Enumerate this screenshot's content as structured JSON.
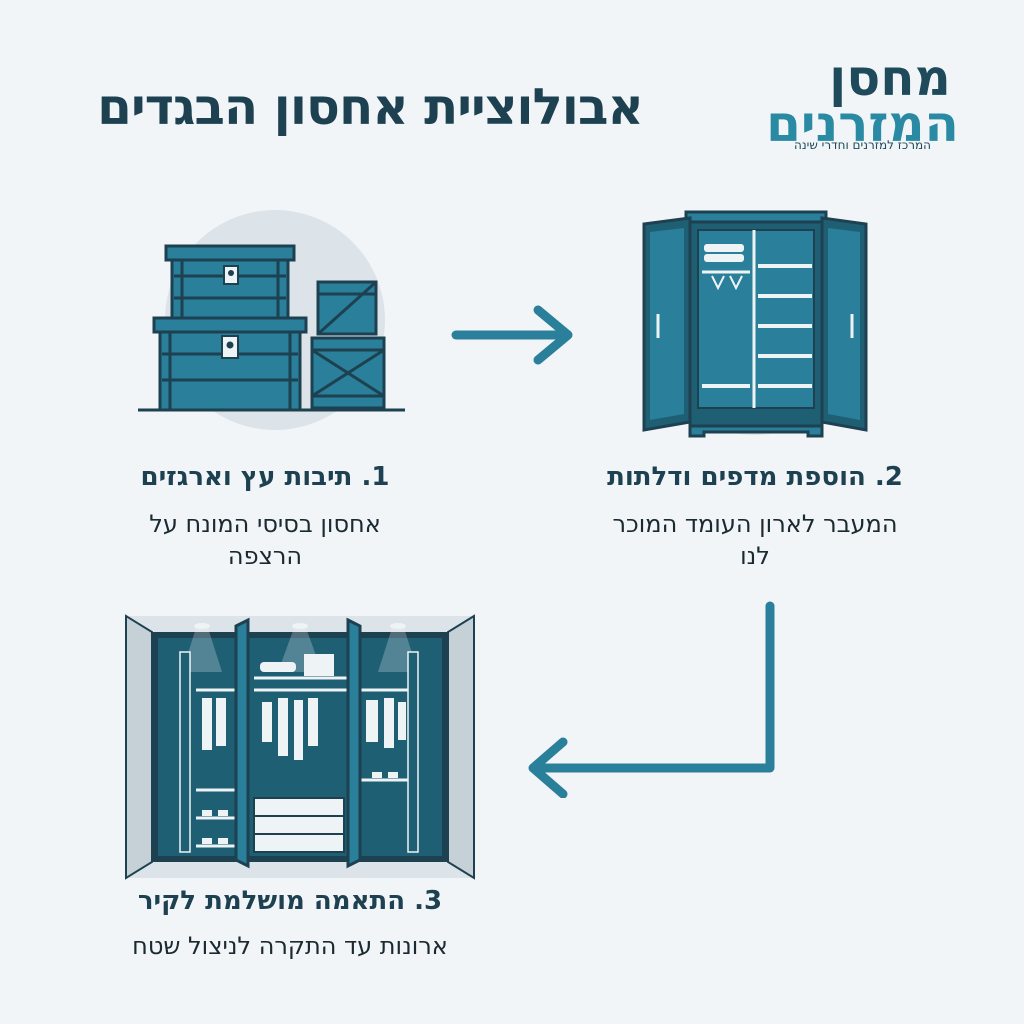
{
  "title": "אבולוציית אחסון הבגדים",
  "logo": {
    "line1": "מחסן",
    "line2": "המזרנים",
    "tagline": "המרכז למזרנים וחדרי שינה"
  },
  "steps": [
    {
      "title": "1. תיבות עץ וארגזים",
      "description": "אחסון בסיסי המונח על הרצפה"
    },
    {
      "title": "2. הוספת מדפים ודלתות",
      "description": "המעבר לארון העומד המוכר לנו"
    },
    {
      "title": "3. התאמה מושלמת לקיר",
      "description": "ארונות עד התקרה לניצול שטח"
    }
  ],
  "colors": {
    "background": "#f1f5f8",
    "navy": "#1d4150",
    "teal": "#2a7f9a",
    "dark_teal": "#1f5f74",
    "arrow": "#2a7f9a"
  },
  "icons": [
    "wooden-chest-icon",
    "crate-icon",
    "wardrobe-icon",
    "walk-in-closet-icon",
    "arrow-right-icon",
    "arrow-down-left-icon"
  ]
}
